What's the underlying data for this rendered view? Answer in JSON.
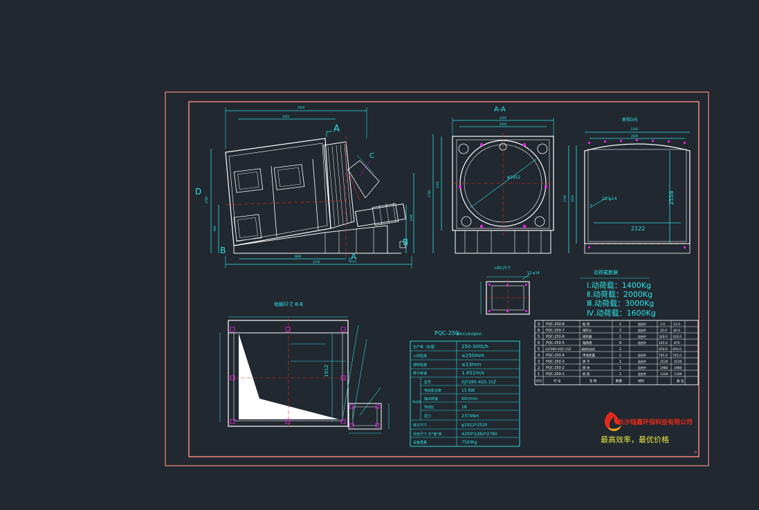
{
  "colors": {
    "background": "#212830",
    "frame": "#e8837a",
    "outline": "#ffffff",
    "dimension": "#2ee6e6",
    "centerline": "#e02828",
    "accent": "#e020e0",
    "yellow": "#e6e640",
    "green": "#39d839",
    "logo_red": "#e22a1c",
    "logo_gold": "#f0a818"
  },
  "views": {
    "front_marker_a_top": "A",
    "front_marker_a_bottom": "A",
    "front_marker_b_left": "B",
    "front_marker_b_right": "B",
    "front_marker_d": "D",
    "front_marker_c": "C",
    "section_aa_title": "A-A",
    "section_aa_diameter": "φ1912",
    "side_view_title": "俯视D向",
    "side_view_width": "2122",
    "side_view_height": "2558",
    "side_view_holes": "21-φ14",
    "section_bb_title": "地脚尺寸 B-B",
    "section_bb_dim": "1912",
    "small_view_title": "入料口尺寸",
    "small_view_holes": "12-φ14"
  },
  "loads": {
    "title": "动荷载数据",
    "lines": [
      "Ⅰ.动荷载：1400Kg",
      "Ⅱ.动荷载：2000Kg",
      "Ⅲ.动荷载：3000Kg",
      "Ⅳ.动荷载：1600Kg"
    ]
  },
  "spec": {
    "title": "PQC-250",
    "subtitle": "翻转式立体式破碎机",
    "rows": [
      {
        "label": "生产率（处理）",
        "value": "250-300t/h"
      },
      {
        "label": "入料粒度",
        "value": "≤250mm"
      },
      {
        "label": "排料粒度",
        "value": "≤13mm"
      },
      {
        "label": "转子转速",
        "value": "1.451m/s"
      }
    ],
    "motor_group": "电动机",
    "motor_rows": [
      {
        "label": "型号",
        "value": "GJY280-4Q5-15Z"
      },
      {
        "label": "电动机功率",
        "value": "15 KW"
      },
      {
        "label": "输出转速",
        "value": "60r/min"
      },
      {
        "label": "传动比",
        "value": "18"
      },
      {
        "label": "扭力",
        "value": "2370Nm"
      }
    ],
    "tail_rows": [
      {
        "label": "转子尺寸",
        "value": "φ1912*2520"
      },
      {
        "label": "外形尺寸 长*宽*高",
        "value": "4200*2282*2780"
      },
      {
        "label": "设备重量",
        "value": "7500kg"
      }
    ]
  },
  "bom": {
    "rows": [
      {
        "no": "9",
        "code": "PQC-250-8",
        "name": "框 架",
        "qty": "1",
        "mat": "组合件",
        "w1": "3.0",
        "w2": "12.0"
      },
      {
        "no": "8",
        "code": "PQC-250-7",
        "name": "排料斗",
        "qty": "2",
        "mat": "组合件",
        "w1": "20.0",
        "w2": "40.0"
      },
      {
        "no": "5",
        "code": "PQC-250-6",
        "name": "排料器",
        "qty": "1",
        "mat": "组合件",
        "w1": "320.0",
        "w2": "320.0"
      },
      {
        "no": "6",
        "code": "PQC-250-5",
        "name": "轴承座",
        "qty": "6",
        "mat": "组合件",
        "w1": "145.0",
        "w2": "870"
      },
      {
        "no": "5",
        "code": "GJY280-4Q5-15Z",
        "name": "减速电动机",
        "qty": "1",
        "mat": "",
        "w1": "450.0",
        "w2": "450.0"
      },
      {
        "no": "4",
        "code": "PQC-250-4",
        "name": "传动装置",
        "qty": "1",
        "mat": "组合件",
        "w1": "745.0",
        "w2": "745.0"
      },
      {
        "no": "3",
        "code": "PQC-250-3",
        "name": "转 子",
        "qty": "1",
        "mat": "组合件",
        "w1": "2530",
        "w2": "2530"
      },
      {
        "no": "2",
        "code": "PQC-250-2",
        "name": "筒 体",
        "qty": "1",
        "mat": "组合件",
        "w1": "1980",
        "w2": "1980"
      },
      {
        "no": "1",
        "code": "PQC-250-1",
        "name": "机 架",
        "qty": "1",
        "mat": "组合件",
        "w1": "1100",
        "w2": "1100"
      }
    ],
    "header": {
      "no": "序号",
      "code": "代 号",
      "name": "名 称",
      "qty": "数量",
      "mat": "材料",
      "w": "备 注"
    }
  },
  "company": {
    "name": "长沙瑞鑫环保科技有限公司",
    "slogan": "最高效率，最优价格"
  }
}
